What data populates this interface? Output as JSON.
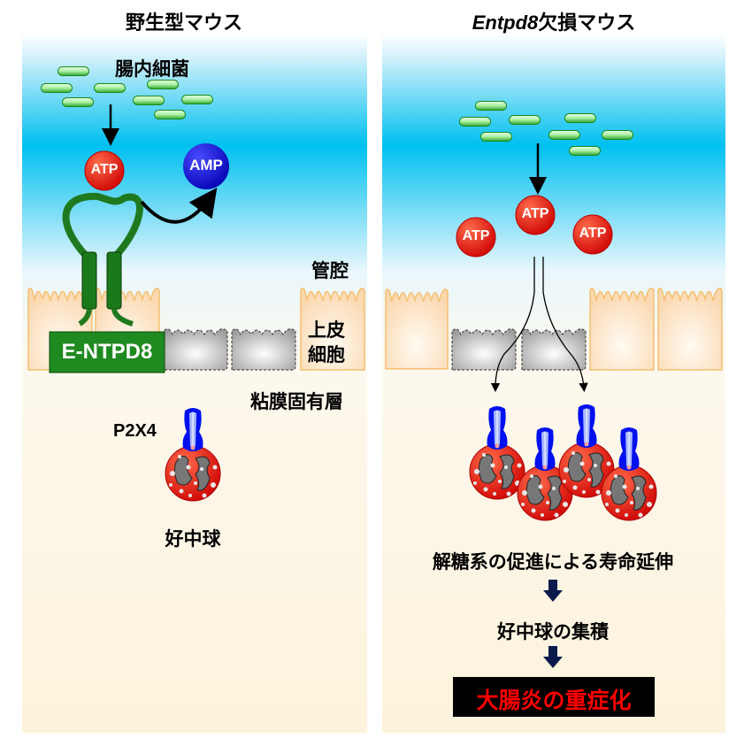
{
  "left_panel": {
    "title": "野生型マウス",
    "bacteria_label": "腸内細菌",
    "atp": "ATP",
    "amp": "AMP",
    "enzyme_label": "E-NTPD8",
    "lumen_label": "管腔",
    "epithelium_label_1": "上皮",
    "epithelium_label_2": "細胞",
    "lamina_propria_label": "粘膜固有層",
    "receptor_label": "P2X4",
    "neutrophil_label": "好中球"
  },
  "right_panel": {
    "title_italic": "Entpd8",
    "title_rest": "欠損マウス",
    "atp": "ATP",
    "step1": "解糖系の促進による寿命延伸",
    "step2": "好中球の集積",
    "result": "大腸炎の重症化"
  },
  "colors": {
    "atp": "#e00000",
    "amp": "#0000dd",
    "enzyme": "#1f7a1f",
    "result_text": "#ff0000",
    "lumen": "#00bff0",
    "lamina": "#fdf3dc"
  }
}
